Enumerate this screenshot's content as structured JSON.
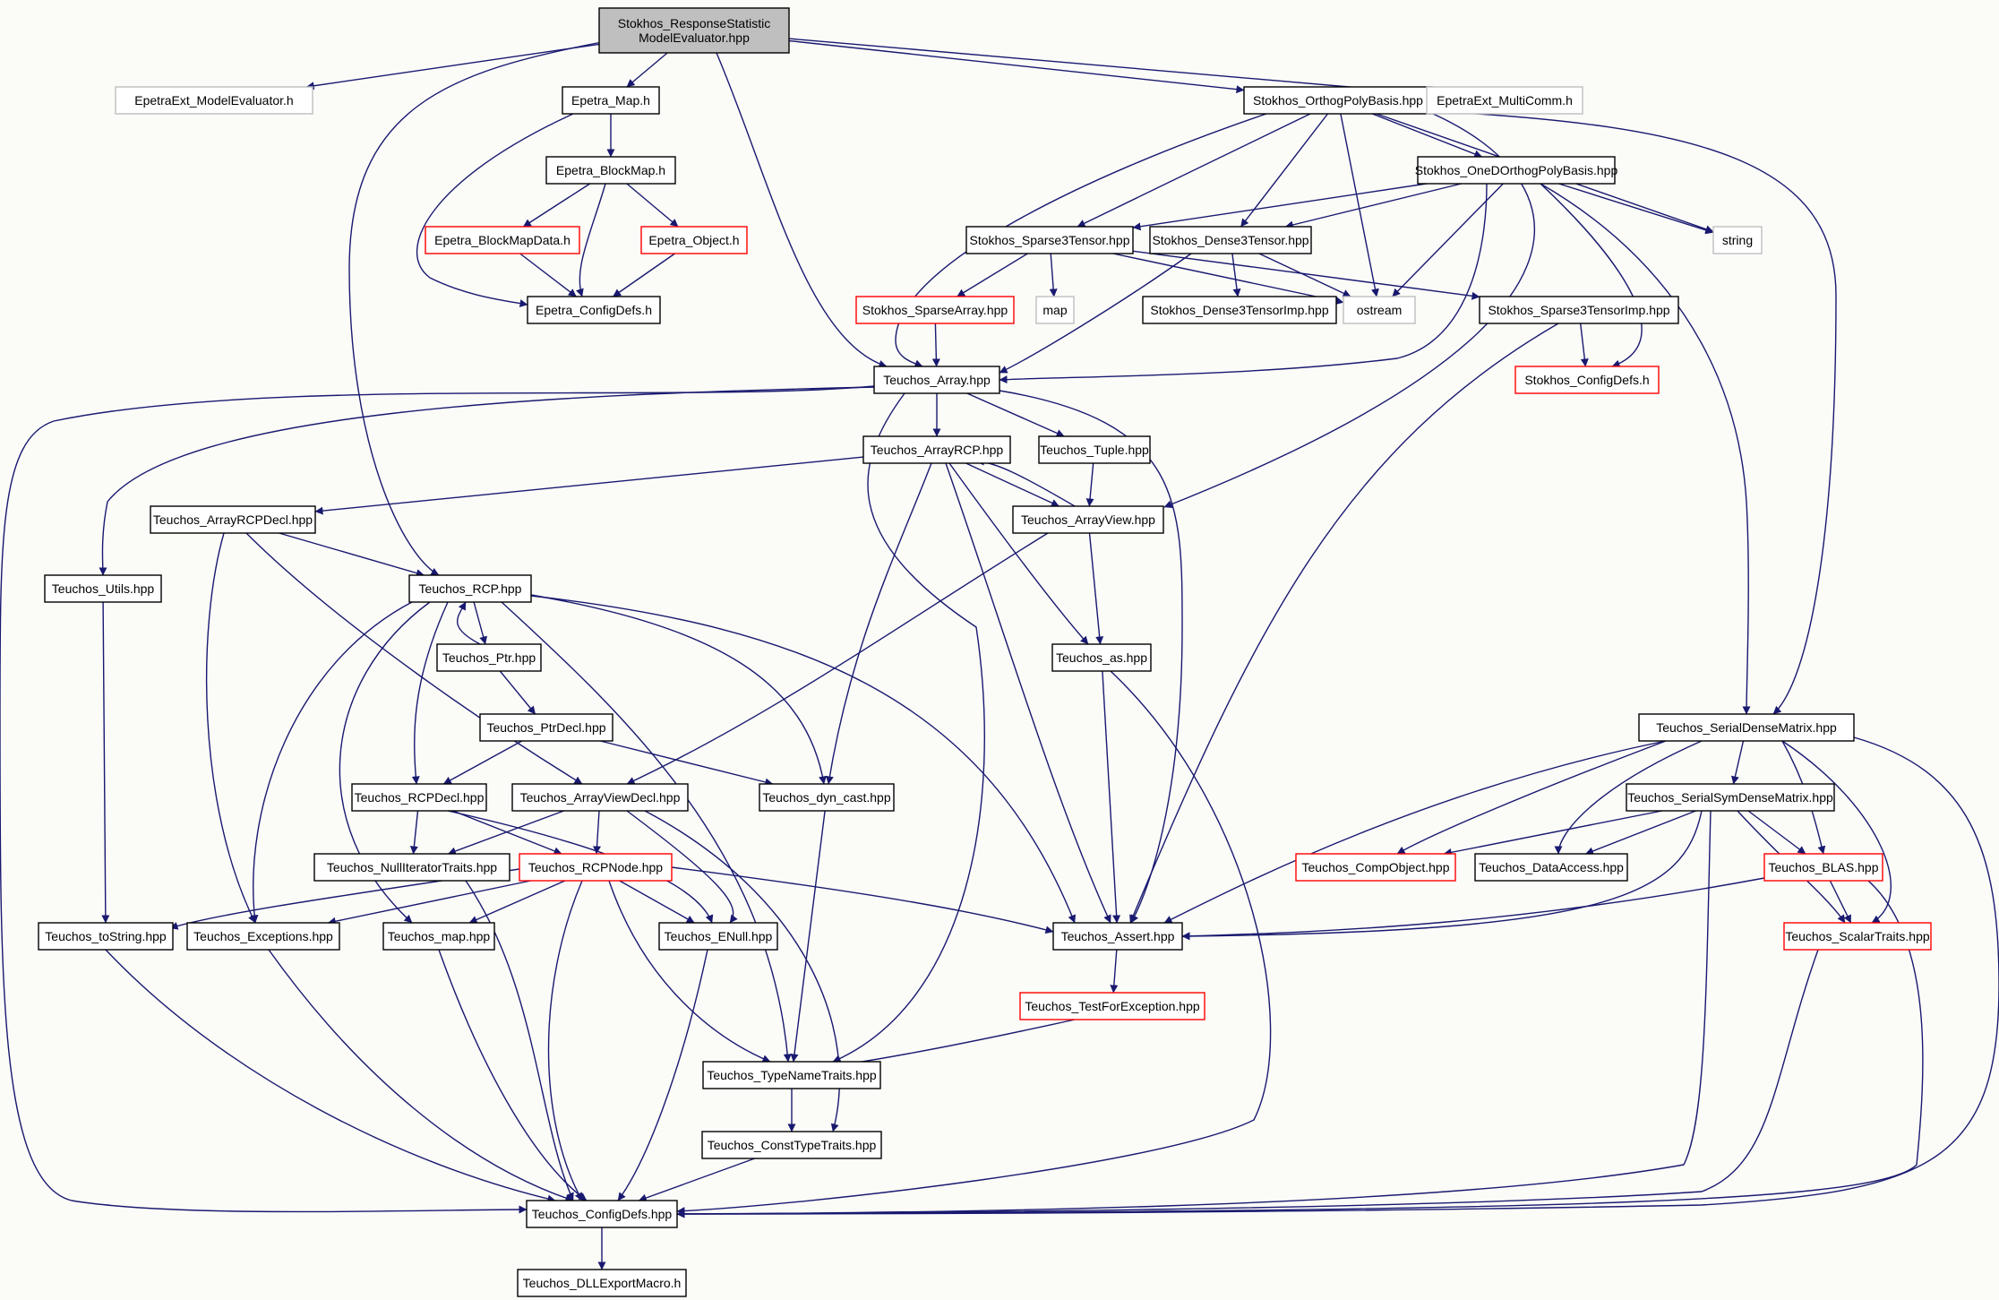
{
  "title": "Stokhos_ResponseStatisticModelEvaluator.hpp include dependency graph",
  "colors": {
    "edge": "#191970",
    "normal_border": "#000000",
    "truncated_border": "#ff0000",
    "external_border": "#bfbfbf",
    "root_fill": "#bfbfbf"
  },
  "nodes": [
    {
      "id": "root",
      "lines": [
        "Stokhos_ResponseStatistic",
        "ModelEvaluator.hpp"
      ],
      "kind": "root"
    },
    {
      "id": "epext_me",
      "lines": [
        "EpetraExt_ModelEvaluator.h"
      ],
      "kind": "missing"
    },
    {
      "id": "epetra_map",
      "lines": [
        "Epetra_Map.h"
      ],
      "kind": "normal"
    },
    {
      "id": "orthopoly",
      "lines": [
        "Stokhos_OrthogPolyBasis.hpp"
      ],
      "kind": "normal"
    },
    {
      "id": "epext_mc",
      "lines": [
        "EpetraExt_MultiComm.h"
      ],
      "kind": "missing"
    },
    {
      "id": "blockmap",
      "lines": [
        "Epetra_BlockMap.h"
      ],
      "kind": "normal"
    },
    {
      "id": "onedortho",
      "lines": [
        "Stokhos_OneDOrthogPolyBasis.hpp"
      ],
      "kind": "normal"
    },
    {
      "id": "bmdata",
      "lines": [
        "Epetra_BlockMapData.h"
      ],
      "kind": "truncated"
    },
    {
      "id": "epobject",
      "lines": [
        "Epetra_Object.h"
      ],
      "kind": "truncated"
    },
    {
      "id": "sparse3",
      "lines": [
        "Stokhos_Sparse3Tensor.hpp"
      ],
      "kind": "normal"
    },
    {
      "id": "dense3",
      "lines": [
        "Stokhos_Dense3Tensor.hpp"
      ],
      "kind": "normal"
    },
    {
      "id": "string",
      "lines": [
        "string"
      ],
      "kind": "missing"
    },
    {
      "id": "ep_config",
      "lines": [
        "Epetra_ConfigDefs.h"
      ],
      "kind": "normal"
    },
    {
      "id": "sparsearray",
      "lines": [
        "Stokhos_SparseArray.hpp"
      ],
      "kind": "truncated"
    },
    {
      "id": "map",
      "lines": [
        "map"
      ],
      "kind": "missing"
    },
    {
      "id": "dense3imp",
      "lines": [
        "Stokhos_Dense3TensorImp.hpp"
      ],
      "kind": "normal"
    },
    {
      "id": "ostream",
      "lines": [
        "ostream"
      ],
      "kind": "missing"
    },
    {
      "id": "sparse3imp",
      "lines": [
        "Stokhos_Sparse3TensorImp.hpp"
      ],
      "kind": "normal"
    },
    {
      "id": "st_config",
      "lines": [
        "Stokhos_ConfigDefs.h"
      ],
      "kind": "truncated"
    },
    {
      "id": "t_array",
      "lines": [
        "Teuchos_Array.hpp"
      ],
      "kind": "normal"
    },
    {
      "id": "t_arrayrcp",
      "lines": [
        "Teuchos_ArrayRCP.hpp"
      ],
      "kind": "normal"
    },
    {
      "id": "t_tuple",
      "lines": [
        "Teuchos_Tuple.hpp"
      ],
      "kind": "normal"
    },
    {
      "id": "t_arrayrcpdecl",
      "lines": [
        "Teuchos_ArrayRCPDecl.hpp"
      ],
      "kind": "normal"
    },
    {
      "id": "t_arrayview",
      "lines": [
        "Teuchos_ArrayView.hpp"
      ],
      "kind": "normal"
    },
    {
      "id": "t_utils",
      "lines": [
        "Teuchos_Utils.hpp"
      ],
      "kind": "normal"
    },
    {
      "id": "t_rcp",
      "lines": [
        "Teuchos_RCP.hpp"
      ],
      "kind": "normal"
    },
    {
      "id": "t_ptr",
      "lines": [
        "Teuchos_Ptr.hpp"
      ],
      "kind": "normal"
    },
    {
      "id": "t_as",
      "lines": [
        "Teuchos_as.hpp"
      ],
      "kind": "normal"
    },
    {
      "id": "t_sdm",
      "lines": [
        "Teuchos_SerialDenseMatrix.hpp"
      ],
      "kind": "normal"
    },
    {
      "id": "t_ptrdecl",
      "lines": [
        "Teuchos_PtrDecl.hpp"
      ],
      "kind": "normal"
    },
    {
      "id": "t_ssdm",
      "lines": [
        "Teuchos_SerialSymDenseMatrix.hpp"
      ],
      "kind": "normal"
    },
    {
      "id": "t_rcpdecl",
      "lines": [
        "Teuchos_RCPDecl.hpp"
      ],
      "kind": "normal"
    },
    {
      "id": "t_avdecl",
      "lines": [
        "Teuchos_ArrayViewDecl.hpp"
      ],
      "kind": "normal"
    },
    {
      "id": "t_dyncast",
      "lines": [
        "Teuchos_dyn_cast.hpp"
      ],
      "kind": "normal"
    },
    {
      "id": "t_nulliter",
      "lines": [
        "Teuchos_NullIteratorTraits.hpp"
      ],
      "kind": "normal"
    },
    {
      "id": "t_rcpnode",
      "lines": [
        "Teuchos_RCPNode.hpp"
      ],
      "kind": "truncated"
    },
    {
      "id": "t_compobj",
      "lines": [
        "Teuchos_CompObject.hpp"
      ],
      "kind": "truncated"
    },
    {
      "id": "t_dataaccess",
      "lines": [
        "Teuchos_DataAccess.hpp"
      ],
      "kind": "normal"
    },
    {
      "id": "t_blas",
      "lines": [
        "Teuchos_BLAS.hpp"
      ],
      "kind": "truncated"
    },
    {
      "id": "t_tostring",
      "lines": [
        "Teuchos_toString.hpp"
      ],
      "kind": "normal"
    },
    {
      "id": "t_exceptions",
      "lines": [
        "Teuchos_Exceptions.hpp"
      ],
      "kind": "normal"
    },
    {
      "id": "t_map",
      "lines": [
        "Teuchos_map.hpp"
      ],
      "kind": "normal"
    },
    {
      "id": "t_enull",
      "lines": [
        "Teuchos_ENull.hpp"
      ],
      "kind": "normal"
    },
    {
      "id": "t_assert",
      "lines": [
        "Teuchos_Assert.hpp"
      ],
      "kind": "normal"
    },
    {
      "id": "t_scalar",
      "lines": [
        "Teuchos_ScalarTraits.hpp"
      ],
      "kind": "truncated"
    },
    {
      "id": "t_testfor",
      "lines": [
        "Teuchos_TestForException.hpp"
      ],
      "kind": "truncated"
    },
    {
      "id": "t_typename",
      "lines": [
        "Teuchos_TypeNameTraits.hpp"
      ],
      "kind": "normal"
    },
    {
      "id": "t_consttype",
      "lines": [
        "Teuchos_ConstTypeTraits.hpp"
      ],
      "kind": "normal"
    },
    {
      "id": "t_config",
      "lines": [
        "Teuchos_ConfigDefs.hpp"
      ],
      "kind": "normal"
    },
    {
      "id": "t_dll",
      "lines": [
        "Teuchos_DLLExportMacro.h"
      ],
      "kind": "normal"
    }
  ],
  "edges": [
    [
      "root",
      "epext_me"
    ],
    [
      "root",
      "epetra_map"
    ],
    [
      "root",
      "orthopoly"
    ],
    [
      "root",
      "epext_mc"
    ],
    [
      "root",
      "t_array"
    ],
    [
      "root",
      "t_rcp"
    ],
    [
      "epetra_map",
      "blockmap"
    ],
    [
      "epetra_map",
      "ep_config"
    ],
    [
      "blockmap",
      "bmdata"
    ],
    [
      "blockmap",
      "epobject"
    ],
    [
      "blockmap",
      "ep_config"
    ],
    [
      "bmdata",
      "ep_config"
    ],
    [
      "epobject",
      "ep_config"
    ],
    [
      "orthopoly",
      "onedortho"
    ],
    [
      "orthopoly",
      "sparse3"
    ],
    [
      "orthopoly",
      "dense3"
    ],
    [
      "orthopoly",
      "string"
    ],
    [
      "orthopoly",
      "ostream"
    ],
    [
      "orthopoly",
      "t_array"
    ],
    [
      "orthopoly",
      "t_arrayview"
    ],
    [
      "orthopoly",
      "t_sdm"
    ],
    [
      "onedortho",
      "sparse3"
    ],
    [
      "onedortho",
      "dense3"
    ],
    [
      "onedortho",
      "string"
    ],
    [
      "onedortho",
      "ostream"
    ],
    [
      "onedortho",
      "t_array"
    ],
    [
      "onedortho",
      "st_config"
    ],
    [
      "onedortho",
      "t_sdm"
    ],
    [
      "sparse3",
      "sparsearray"
    ],
    [
      "sparse3",
      "map"
    ],
    [
      "sparse3",
      "ostream"
    ],
    [
      "sparse3",
      "sparse3imp"
    ],
    [
      "dense3",
      "dense3imp"
    ],
    [
      "dense3",
      "ostream"
    ],
    [
      "dense3",
      "t_array"
    ],
    [
      "sparsearray",
      "t_array"
    ],
    [
      "sparse3imp",
      "st_config"
    ],
    [
      "sparse3imp",
      "t_assert"
    ],
    [
      "t_array",
      "t_arrayrcp"
    ],
    [
      "t_array",
      "t_tuple"
    ],
    [
      "t_array",
      "t_utils"
    ],
    [
      "t_array",
      "t_assert"
    ],
    [
      "t_array",
      "t_typename"
    ],
    [
      "t_array",
      "t_config"
    ],
    [
      "t_arrayrcp",
      "t_arrayrcpdecl"
    ],
    [
      "t_arrayrcp",
      "t_arrayview"
    ],
    [
      "t_arrayrcp",
      "t_as"
    ],
    [
      "t_arrayrcp",
      "t_assert"
    ],
    [
      "t_arrayrcp",
      "t_dyncast"
    ],
    [
      "t_tuple",
      "t_arrayview"
    ],
    [
      "t_arrayview",
      "t_arrayrcp"
    ],
    [
      "t_arrayview",
      "t_as"
    ],
    [
      "t_arrayview",
      "t_avdecl"
    ],
    [
      "t_arrayrcpdecl",
      "t_rcp"
    ],
    [
      "t_arrayrcpdecl",
      "t_avdecl"
    ],
    [
      "t_arrayrcpdecl",
      "t_exceptions"
    ],
    [
      "t_utils",
      "t_tostring"
    ],
    [
      "t_rcp",
      "t_ptr"
    ],
    [
      "t_rcp",
      "t_rcpdecl"
    ],
    [
      "t_rcp",
      "t_exceptions"
    ],
    [
      "t_rcp",
      "t_map"
    ],
    [
      "t_rcp",
      "t_dyncast"
    ],
    [
      "t_rcp",
      "t_assert"
    ],
    [
      "t_rcp",
      "t_typename"
    ],
    [
      "t_ptr",
      "t_rcp"
    ],
    [
      "t_ptr",
      "t_ptrdecl"
    ],
    [
      "t_ptrdecl",
      "t_rcpdecl"
    ],
    [
      "t_ptrdecl",
      "t_dyncast"
    ],
    [
      "t_rcpdecl",
      "t_nulliter"
    ],
    [
      "t_rcpdecl",
      "t_rcpnode"
    ],
    [
      "t_rcpdecl",
      "t_enull"
    ],
    [
      "t_avdecl",
      "t_rcpnode"
    ],
    [
      "t_avdecl",
      "t_nulliter"
    ],
    [
      "t_avdecl",
      "t_enull"
    ],
    [
      "t_avdecl",
      "t_consttype"
    ],
    [
      "t_dyncast",
      "t_typename"
    ],
    [
      "t_nulliter",
      "t_config"
    ],
    [
      "t_rcpnode",
      "t_tostring"
    ],
    [
      "t_rcpnode",
      "t_exceptions"
    ],
    [
      "t_rcpnode",
      "t_map"
    ],
    [
      "t_rcpnode",
      "t_enull"
    ],
    [
      "t_rcpnode",
      "t_assert"
    ],
    [
      "t_rcpnode",
      "t_typename"
    ],
    [
      "t_rcpnode",
      "t_config"
    ],
    [
      "t_as",
      "t_assert"
    ],
    [
      "t_as",
      "t_config"
    ],
    [
      "t_sdm",
      "t_ssdm"
    ],
    [
      "t_sdm",
      "t_compobj"
    ],
    [
      "t_sdm",
      "t_dataaccess"
    ],
    [
      "t_sdm",
      "t_blas"
    ],
    [
      "t_sdm",
      "t_scalar"
    ],
    [
      "t_sdm",
      "t_assert"
    ],
    [
      "t_sdm",
      "t_config"
    ],
    [
      "t_ssdm",
      "t_compobj"
    ],
    [
      "t_ssdm",
      "t_dataaccess"
    ],
    [
      "t_ssdm",
      "t_blas"
    ],
    [
      "t_ssdm",
      "t_scalar"
    ],
    [
      "t_ssdm",
      "t_assert"
    ],
    [
      "t_ssdm",
      "t_config"
    ],
    [
      "t_blas",
      "t_scalar"
    ],
    [
      "t_blas",
      "t_assert"
    ],
    [
      "t_blas",
      "t_config"
    ],
    [
      "t_scalar",
      "t_config"
    ],
    [
      "t_tostring",
      "t_config"
    ],
    [
      "t_exceptions",
      "t_config"
    ],
    [
      "t_map",
      "t_config"
    ],
    [
      "t_enull",
      "t_config"
    ],
    [
      "t_assert",
      "t_testfor"
    ],
    [
      "t_testfor",
      "t_typename"
    ],
    [
      "t_typename",
      "t_consttype"
    ],
    [
      "t_consttype",
      "t_config"
    ],
    [
      "t_config",
      "t_dll"
    ]
  ]
}
